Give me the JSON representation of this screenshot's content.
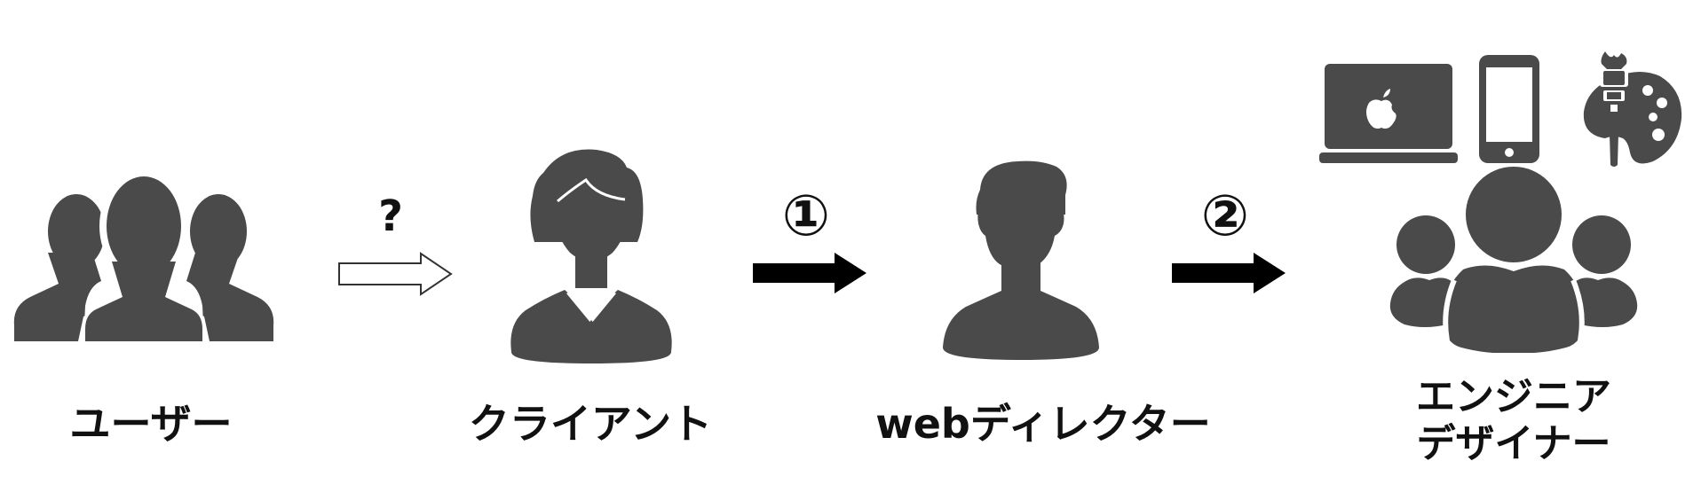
{
  "colors": {
    "icon": "#4a4a4a",
    "text": "#111111",
    "arrow": "#000000",
    "background": "#ffffff"
  },
  "nodes": [
    {
      "id": "user",
      "label": "ユーザー",
      "icon": "group-of-people-icon"
    },
    {
      "id": "client",
      "label": "クライアント",
      "icon": "businesswoman-icon"
    },
    {
      "id": "director",
      "label": "webディレクター",
      "icon": "man-silhouette-icon"
    },
    {
      "id": "engineer",
      "label_line1": "エンジニア",
      "label_line2": "デザイナー",
      "icon": "team-icon"
    }
  ],
  "device_icons": [
    "laptop-icon",
    "smartphone-icon",
    "palette-brush-icon"
  ],
  "arrows": [
    {
      "label": "?",
      "style": "outline"
    },
    {
      "label": "①",
      "style": "solid"
    },
    {
      "label": "②",
      "style": "solid"
    }
  ]
}
